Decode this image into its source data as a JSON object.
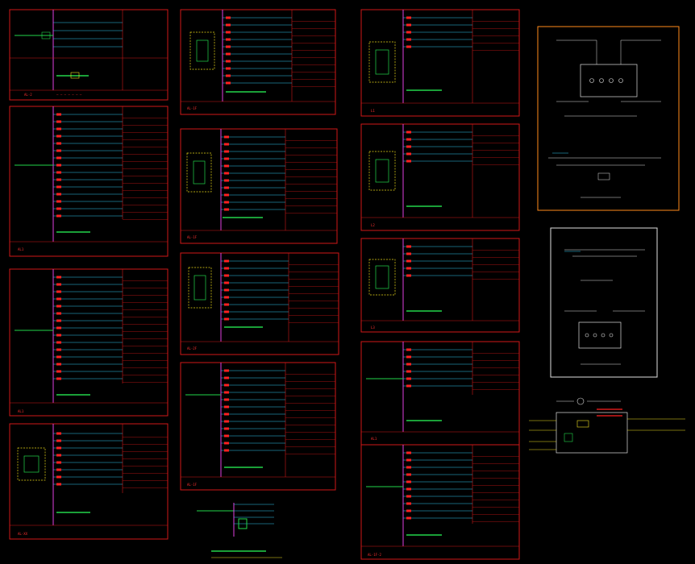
{
  "colors": {
    "background": "#000000",
    "frame_red": "#d01818",
    "bus_magenta": "#e040e0",
    "circuit_green": "#22d64a",
    "breaker_cyan": "#30c8f0",
    "note_yellow": "#f0e020",
    "dashed_yellow": "#e8d818",
    "text_red": "#ff2020",
    "frame_white": "#e0e0e0",
    "frame_orange": "#ff8a1a"
  },
  "drawing": {
    "sheet_titles": [
      "AL-2",
      "AL1",
      "AL1",
      "AL-XX",
      "AL-1F",
      "AL-1F",
      "AL-2F",
      "AL-1F",
      "L1",
      "L2",
      "L3",
      "AL1",
      "AL-1F-2"
    ]
  }
}
